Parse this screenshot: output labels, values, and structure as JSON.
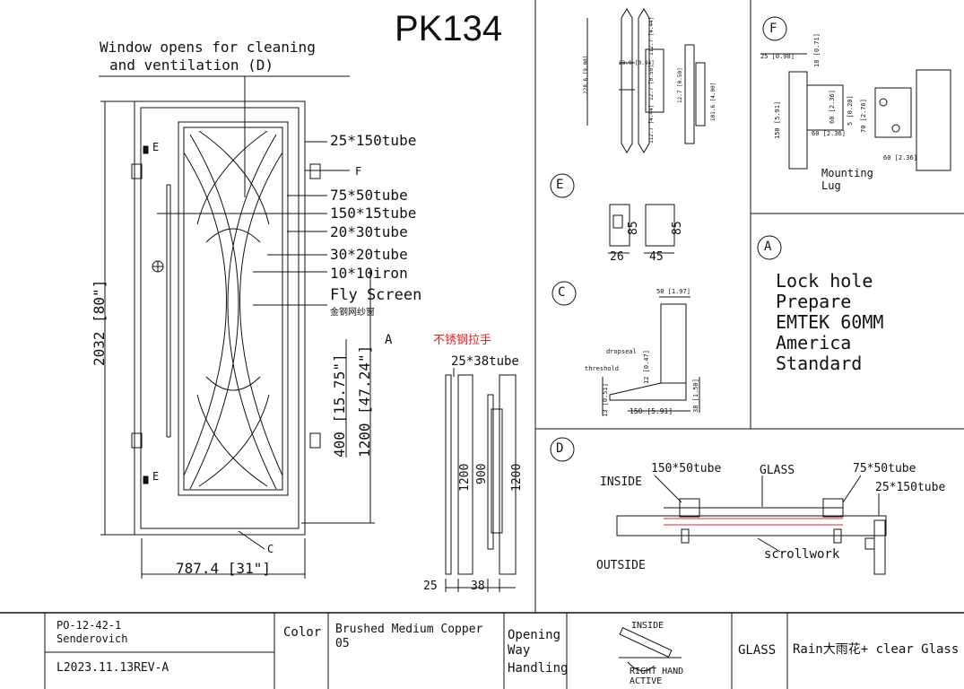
{
  "header": {
    "model": "PK134"
  },
  "door_drawing": {
    "window_note_line1": "Window opens for cleaning",
    "window_note_line2": "and ventilation (D)",
    "labels": {
      "tube_25_150": "25*150tube",
      "tube_75_50": "75*50tube",
      "tube_150_15": "150*15tube",
      "tube_20_30": "20*30tube",
      "tube_30_20": "30*20tube",
      "iron_10_10": "10*10iron",
      "fly_screen": "Fly Screen",
      "fly_screen_cn": "金钢网纱窗"
    },
    "dimensions": {
      "height": "2032 [80\"]",
      "height_1200": "1200 [47.24\"]",
      "height_400": "400 [15.75\"]",
      "width": "787.4 [31\"]"
    },
    "markers": {
      "A": "A",
      "C": "C",
      "E": "E",
      "F": "F"
    }
  },
  "handle_drawing": {
    "title_cn": "不锈钢拉手",
    "tube": "25*38tube",
    "dim_1200_a": "1200",
    "dim_900": "900",
    "dim_1200_b": "1200",
    "dim_25": "25",
    "dim_38": "38"
  },
  "hinge_detail": {
    "dims": [
      "228.6 [9.00]",
      "112.7 [4.44]",
      "23.9 [0.94]",
      "12.7 [0.50]",
      "112.7 [4.44]",
      "12.7 [0.50]",
      "101.6 [4.00]"
    ]
  },
  "detail_F": {
    "marker": "F",
    "dim_25": "25 [0.98]",
    "dim_18": "18 [0.71]",
    "dim_150": "150 [5.91]",
    "dim_60a": "60 [2.36]",
    "dim_5": "5 [0.20]",
    "dim_70": "70 [2.76]",
    "dim_60b": "60 [2.36]",
    "dim_60c": "60 [2.36]",
    "caption_line1": "Mounting",
    "caption_line2": "Lug"
  },
  "detail_E": {
    "marker": "E",
    "dim_85a": "85",
    "dim_85b": "85",
    "dim_26": "26",
    "dim_45": "45"
  },
  "detail_A": {
    "marker": "A",
    "lines": [
      "Lock hole",
      "Prepare",
      "EMTEK 60MM",
      "America",
      "Standard"
    ]
  },
  "detail_C": {
    "marker": "C",
    "dim_50": "50 [1.97]",
    "dropseal": "dropseal",
    "threshold": "threshold",
    "dim_12": "12 [0.47]",
    "dim_13": "13 [0.51]",
    "dim_150": "150 [5.91]",
    "dim_38": "38 [1.50]"
  },
  "detail_D": {
    "marker": "D",
    "tube_150_50": "150*50tube",
    "glass": "GLASS",
    "tube_75_50": "75*50tube",
    "tube_25_150": "25*150tube",
    "inside": "INSIDE",
    "outside": "OUTSIDE",
    "scrollwork": "scrollwork"
  },
  "title_block": {
    "po": "PO-12-42-1",
    "customer": "Senderovich",
    "revision": "L2023.11.13REV-A",
    "color_label": "Color",
    "color_value_line1": "Brushed Medium Copper",
    "color_value_line2": "05",
    "opening_line1": "Opening",
    "opening_line2": "Way",
    "opening_line3": "Handling",
    "swing_inside": "INSIDE",
    "swing_hand_line1": "RIGHT HAND",
    "swing_hand_line2": "ACTIVE",
    "glass_label": "GLASS",
    "glass_value": "Rain大雨花+ clear Glass"
  }
}
